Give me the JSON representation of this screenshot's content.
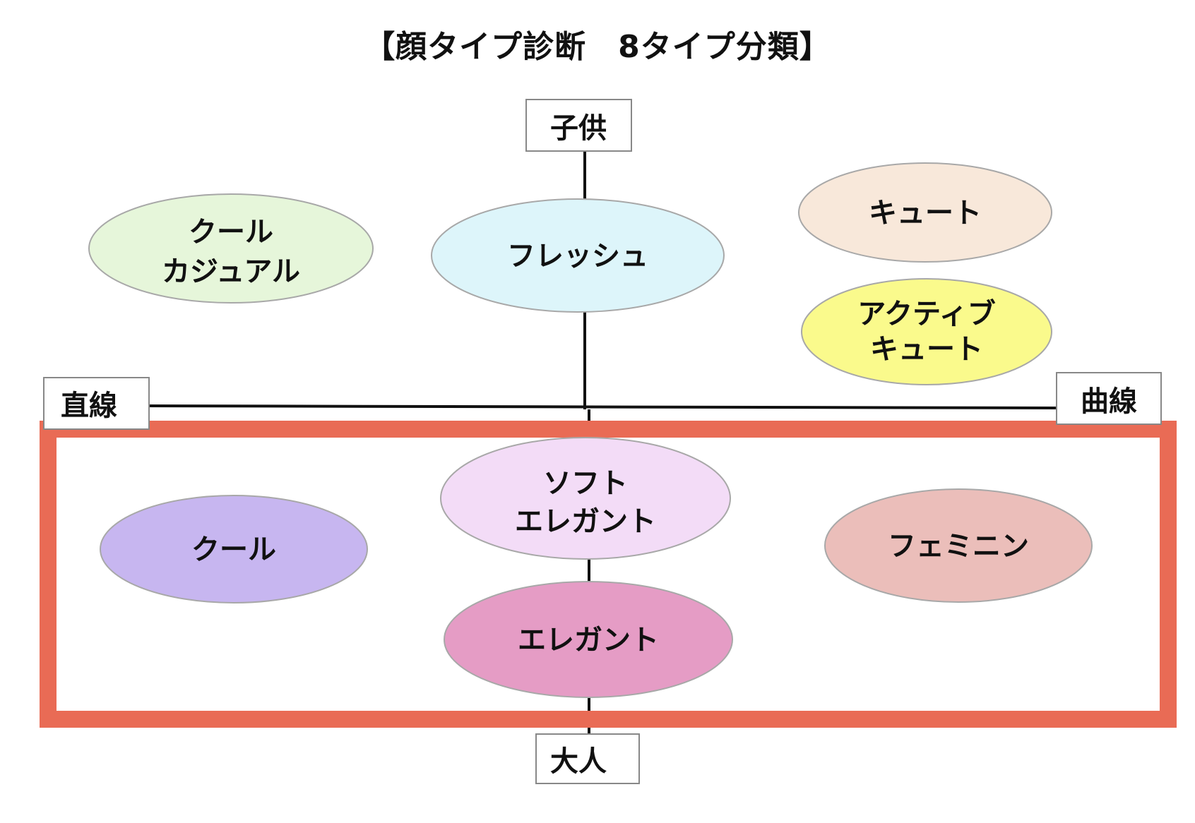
{
  "title": "【顔タイプ診断　8タイプ分類】",
  "colors": {
    "axis": "#111111",
    "label_border": "#888888",
    "highlight": "#E96B55",
    "ellipse_stroke": "#a8a8a8"
  },
  "axes": {
    "top": "子供",
    "bottom": "大人",
    "left": "直線",
    "right": "曲線"
  },
  "types": [
    {
      "id": "cool-casual",
      "lines": [
        "クール",
        "カジュアル"
      ],
      "color": "#E6F6DA"
    },
    {
      "id": "fresh",
      "lines": [
        "フレッシュ"
      ],
      "color": "#DDF5FA"
    },
    {
      "id": "cute",
      "lines": [
        "キュート"
      ],
      "color": "#F8E8DA"
    },
    {
      "id": "active-cute",
      "lines": [
        "アクティブ",
        "キュート"
      ],
      "color": "#FAFA8C"
    },
    {
      "id": "cool",
      "lines": [
        "クール"
      ],
      "color": "#C7B6F0"
    },
    {
      "id": "soft-elegant",
      "lines": [
        "ソフト",
        "エレガント"
      ],
      "color": "#F3DCF7"
    },
    {
      "id": "feminine",
      "lines": [
        "フェミニン"
      ],
      "color": "#EBBEBA"
    },
    {
      "id": "elegant",
      "lines": [
        "エレガント"
      ],
      "color": "#E59CC5"
    }
  ]
}
